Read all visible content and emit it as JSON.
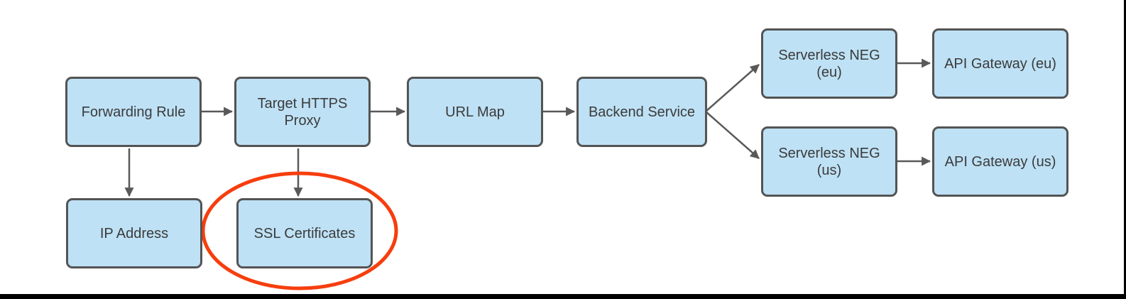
{
  "diagram": {
    "type": "flowchart",
    "nodes": [
      {
        "id": "forwarding-rule",
        "label": "Forwarding Rule"
      },
      {
        "id": "target-https-proxy",
        "label": "Target HTTPS Proxy"
      },
      {
        "id": "url-map",
        "label": "URL Map"
      },
      {
        "id": "backend-service",
        "label": "Backend Service"
      },
      {
        "id": "serverless-neg-eu",
        "label": "Serverless NEG (eu)"
      },
      {
        "id": "api-gateway-eu",
        "label": "API Gateway (eu)"
      },
      {
        "id": "serverless-neg-us",
        "label": "Serverless NEG (us)"
      },
      {
        "id": "api-gateway-us",
        "label": "API Gateway (us)"
      },
      {
        "id": "ip-address",
        "label": "IP Address"
      },
      {
        "id": "ssl-certificates",
        "label": "SSL Certificates"
      }
    ],
    "edges": [
      {
        "from": "Forwarding Rule",
        "to": "Target HTTPS Proxy"
      },
      {
        "from": "Target HTTPS Proxy",
        "to": "URL Map"
      },
      {
        "from": "URL Map",
        "to": "Backend Service"
      },
      {
        "from": "Backend Service",
        "to": "Serverless NEG (eu)"
      },
      {
        "from": "Backend Service",
        "to": "Serverless NEG (us)"
      },
      {
        "from": "Serverless NEG (eu)",
        "to": "API Gateway (eu)"
      },
      {
        "from": "Serverless NEG (us)",
        "to": "API Gateway (us)"
      },
      {
        "from": "Forwarding Rule",
        "to": "IP Address"
      },
      {
        "from": "Target HTTPS Proxy",
        "to": "SSL Certificates"
      }
    ],
    "annotation": {
      "type": "ellipse-highlight",
      "around": "SSL Certificates",
      "color": "#f63e0e"
    },
    "colors": {
      "node_fill": "#bee1f5",
      "node_border": "#545454",
      "arrow": "#595959",
      "text": "#3b3b3b",
      "highlight": "#f63e0e",
      "frame": "#000000",
      "background": "#ffffff"
    }
  }
}
